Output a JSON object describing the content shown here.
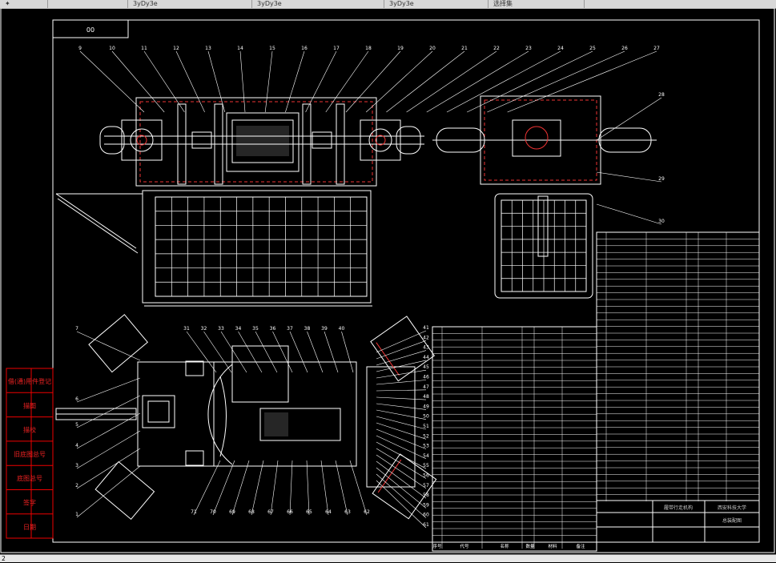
{
  "tabs": [
    {
      "label": "✦"
    },
    {
      "label": ""
    },
    {
      "label": "3yDy3e"
    },
    {
      "label": "3yDy3e"
    },
    {
      "label": "3yDy3e"
    },
    {
      "label": "选择集"
    }
  ],
  "status_text": "2",
  "drawing": {
    "corner_code": "00",
    "sidebar_labels": [
      "借(通)用件登记",
      "描图",
      "描校",
      "旧底图总号",
      "底图总号",
      "签字",
      "日期"
    ],
    "title_block": {
      "school": "西安科技大学",
      "drawing_name": "履带行走机构",
      "assembly": "总装配图"
    },
    "callouts_top": [
      "9",
      "10",
      "11",
      "12",
      "13",
      "14",
      "15",
      "16",
      "17",
      "18",
      "19",
      "20",
      "21",
      "22",
      "23",
      "24",
      "25",
      "26",
      "27"
    ],
    "callouts_bottom": [
      "31",
      "32",
      "33",
      "34",
      "35",
      "36",
      "37",
      "38",
      "39",
      "40"
    ],
    "callouts_left": [
      "7",
      "6",
      "5",
      "4",
      "3",
      "2",
      "1"
    ],
    "callouts_right": [
      "28",
      "29",
      "30"
    ],
    "callouts_bottom_row": [
      "71",
      "70",
      "69",
      "68",
      "67",
      "66",
      "65",
      "64",
      "63",
      "62"
    ],
    "callouts_right_col": [
      "41",
      "42",
      "43",
      "44",
      "45",
      "46",
      "47",
      "48",
      "49",
      "50",
      "51",
      "52",
      "53",
      "54",
      "55",
      "56",
      "57",
      "58",
      "59",
      "60",
      "61"
    ],
    "bom_headers": [
      "序号",
      "代号",
      "名称",
      "数量",
      "材料",
      "备注"
    ]
  }
}
